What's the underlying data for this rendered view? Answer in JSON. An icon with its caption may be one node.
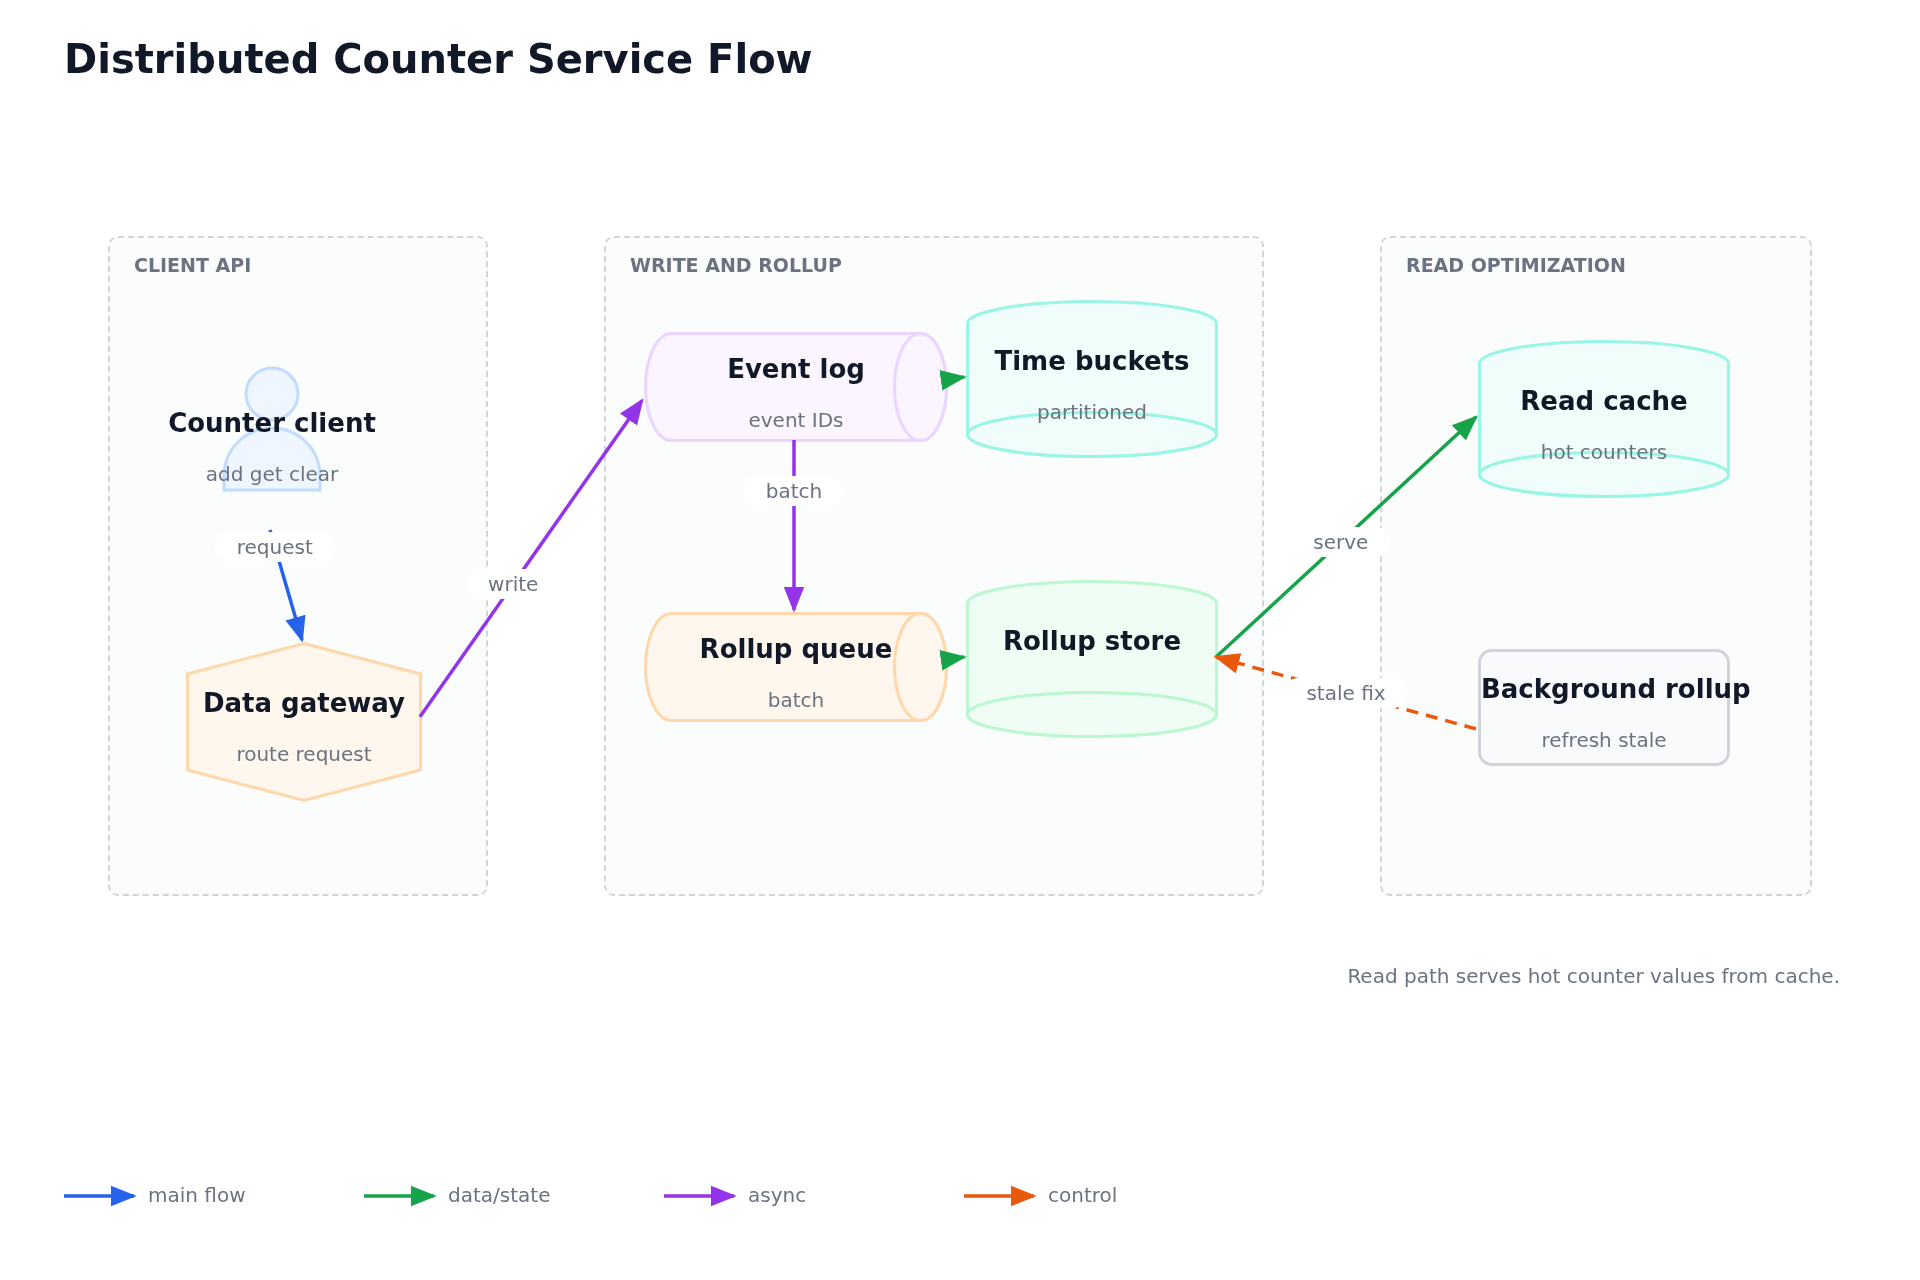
{
  "diagram": {
    "title": "Distributed Counter Service Flow",
    "caption": "Read path serves hot counter values from cache.",
    "nodes": [
      {
        "text": [
          "CLIENT API"
        ]
      },
      {
        "text": [
          "Counter client",
          "add get clear"
        ],
        "in": 0
      },
      {
        "text": [
          "Data gateway",
          "route request"
        ],
        "in": 0
      },
      {
        "text": [
          "WRITE AND ROLLUP"
        ]
      },
      {
        "text": [
          "Event log",
          "event IDs"
        ],
        "in": 3
      },
      {
        "text": [
          "Time buckets",
          "partitioned"
        ],
        "in": 3
      },
      {
        "text": [
          "Rollup queue",
          "batch"
        ],
        "in": 3
      },
      {
        "text": [
          "Rollup store"
        ],
        "in": 3
      },
      {
        "text": [
          "READ OPTIMIZATION"
        ]
      },
      {
        "text": [
          "Read cache",
          "hot counters"
        ],
        "in": 8
      },
      {
        "text": [
          "Background rollup",
          "refresh stale"
        ],
        "in": 8
      }
    ],
    "edges": [
      {
        "from": 1,
        "to": 2,
        "arrow": "to",
        "label": "request",
        "color": "#2563eb"
      },
      {
        "from": 2,
        "to": 4,
        "arrow": "to",
        "label": "write",
        "color": "#9333ea"
      },
      {
        "from": 4,
        "to": 5,
        "arrow": "to",
        "color": "#16a34a"
      },
      {
        "from": 4,
        "to": 6,
        "arrow": "to",
        "label": "batch",
        "color": "#9333ea"
      },
      {
        "from": 6,
        "to": 7,
        "arrow": "to",
        "color": "#16a34a"
      },
      {
        "from": 7,
        "to": 9,
        "arrow": "to",
        "label": "serve",
        "color": "#16a34a"
      },
      {
        "from": 10,
        "to": 7,
        "arrow": "to",
        "label": "stale fix",
        "style": "dashed",
        "color": "#ea580c"
      }
    ],
    "legend": [
      {
        "text": "main flow",
        "color": "#2563eb"
      },
      {
        "text": "data/state",
        "color": "#16a34a"
      },
      {
        "text": "async",
        "color": "#9333ea"
      },
      {
        "text": "control",
        "color": "#ea580c"
      }
    ]
  }
}
